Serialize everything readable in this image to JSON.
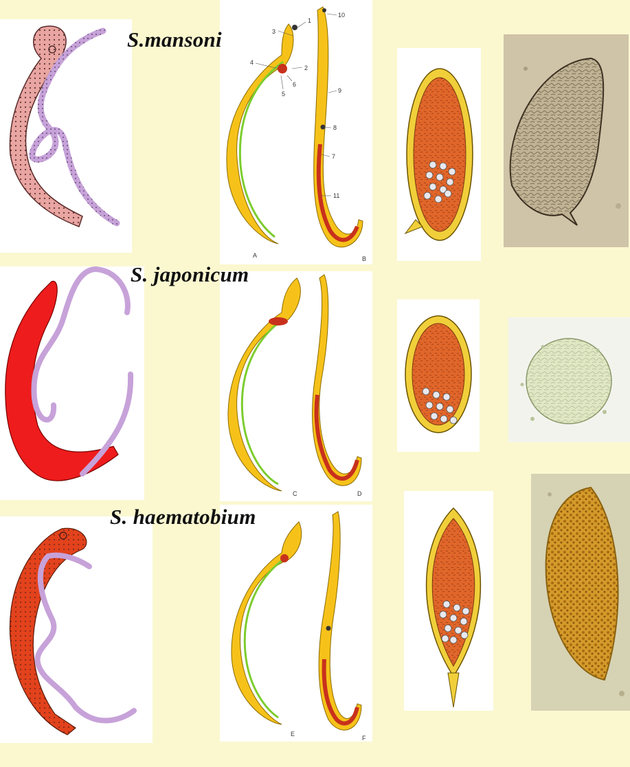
{
  "species": [
    {
      "name": "S.mansoni"
    },
    {
      "name": "S. japonicum"
    },
    {
      "name": "S. haematobium"
    }
  ],
  "diagram_letters": [
    "A",
    "B",
    "C",
    "D",
    "E",
    "F"
  ],
  "part_numbers": [
    "1",
    "2",
    "3",
    "4",
    "5",
    "6",
    "7",
    "8",
    "9",
    "10",
    "11"
  ],
  "colors": {
    "background": "#fbf8d0",
    "mansoni_body": "#e9a5a1",
    "japonicum_body": "#ee1c1c",
    "haematobium_body": "#e2421c",
    "female_worm": "#c7a2d9",
    "diagram_yellow": "#f6c21a",
    "diagram_green": "#7ccd2f",
    "diagram_red": "#c8311c",
    "egg_orange": "#e0662a"
  }
}
